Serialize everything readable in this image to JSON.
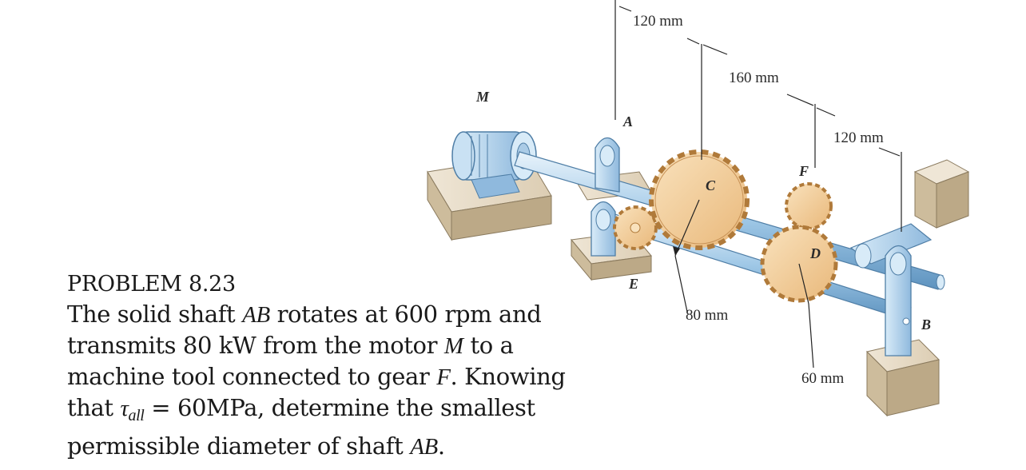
{
  "problem": {
    "title": "PROBLEM 8.23",
    "line1_a": "The solid shaft ",
    "line1_b": "AB",
    "line1_c": " rotates at 600 rpm and",
    "line2_a": "transmits 80 kW from the motor ",
    "line2_b": "M",
    "line2_c": " to a",
    "line3_a": "machine tool connected to gear ",
    "line3_b": "F",
    "line3_c": ". Knowing",
    "line4_a": "that ",
    "line4_tau": "τ",
    "line4_sub": "all",
    "line4_b": " = 60MPa, determine the smallest",
    "line5_a": "permissible diameter of shaft ",
    "line5_b": "AB",
    "line5_c": "."
  },
  "figure": {
    "labels": {
      "motor": "M",
      "A": "A",
      "B": "B",
      "C": "C",
      "D": "D",
      "E": "E",
      "F": "F"
    },
    "dimensions": {
      "d1": "120 mm",
      "d2": "160 mm",
      "d3": "120 mm",
      "r_c": "80 mm",
      "r_d": "60 mm"
    }
  }
}
